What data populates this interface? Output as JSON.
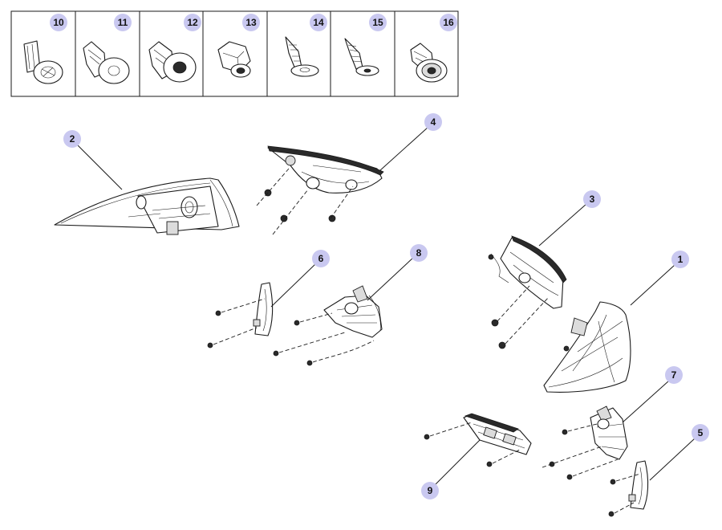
{
  "colors": {
    "badge_fill": "#c9c8f0",
    "line": "#1a1a1a",
    "background": "#ffffff"
  },
  "hardware_strip": {
    "cells": [
      {
        "label": "10",
        "icon": "push-nut-icon"
      },
      {
        "label": "11",
        "icon": "push-pin-clip-icon"
      },
      {
        "label": "12",
        "icon": "grommet-clip-icon"
      },
      {
        "label": "13",
        "icon": "hex-nut-icon"
      },
      {
        "label": "14",
        "icon": "screw-with-washer-icon"
      },
      {
        "label": "15",
        "icon": "pointed-screw-icon"
      },
      {
        "label": "16",
        "icon": "tree-fastener-icon"
      }
    ]
  },
  "callouts": [
    {
      "label": "1",
      "part": "outer-tail-lamp-right"
    },
    {
      "label": "2",
      "part": "tail-lamp-left"
    },
    {
      "label": "3",
      "part": "inner-tail-lamp-right"
    },
    {
      "label": "4",
      "part": "inner-tail-lamp-left"
    },
    {
      "label": "5",
      "part": "side-marker-right"
    },
    {
      "label": "6",
      "part": "side-marker-left"
    },
    {
      "label": "7",
      "part": "lamp-bracket-right"
    },
    {
      "label": "8",
      "part": "lamp-bracket-left"
    },
    {
      "label": "9",
      "part": "license-lamp-housing"
    }
  ]
}
